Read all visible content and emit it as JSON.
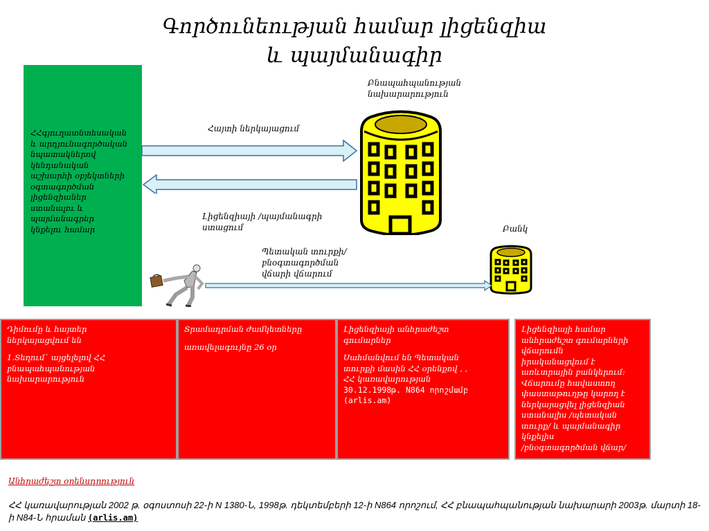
{
  "title": {
    "line1": "Գործունեության համար լիցենզիա",
    "line2": "և պայմանագիր"
  },
  "green_panel": {
    "lines": [
      "ՀՀգյուղատնտեսական",
      "և արդյունագործական",
      "նպատակներով",
      "կենդանական",
      "աշխարհի օբյեկտների",
      "օգտագործման",
      "լիցենզիաներ",
      "ստանալու և",
      "պայմանագրեր",
      "կնքելու համար"
    ]
  },
  "labels": {
    "ministry": [
      "Բնապահպանության",
      "նախարարություն"
    ],
    "application": "Հայտի ներկայացում",
    "license_receipt": [
      "Լիցենզիայի /պայմանագրի",
      "ստացում"
    ],
    "bank": "Բանկ",
    "fee_payment": [
      "Պետական տուրքի/",
      "բնօգտագործման",
      "վճարի վճարում"
    ]
  },
  "boxes": {
    "box1": {
      "p1": [
        "Դիմումը և հայտեր",
        "ներկայացվում են"
      ],
      "p2": [
        "1.Տեղում` այցելելով ՀՀ",
        "բնապահպանության",
        "նախարարություն"
      ]
    },
    "box2": {
      "p1": "Տրամադրման ժամկետները",
      "p2": "առավելագույնը 26 օր"
    },
    "box3": {
      "p1": [
        "Լիցենզիայի անհրաժեշտ",
        "գումարներ"
      ],
      "p2": [
        "Սահմանվում են Պետական",
        "տուրքի մասին ՀՀ օրենքով , ,",
        "ՀՀ կառավարության",
        "30.12.1998թ. N864 որոշմամբ",
        "(arlis.am)"
      ]
    },
    "box4": {
      "lines": [
        "Լիցենզիայի համար",
        "անհրաժեշտ գումարների",
        "վճարումն",
        "իրականացվում է",
        "առևտրային բանկերում:",
        "Վճարումը հավաստող",
        "փաստաթուղթը կարող է",
        "ներկայացվել լիցենզիան",
        "ստանալիս /պետական",
        "տուրք/ և պայմանագիր",
        "կնքելիս",
        "/բնօգտագործման վճար/"
      ]
    }
  },
  "requirements": {
    "title": "Անհրաժեշտ օրենսդրություն",
    "text": "ՀՀ կառավարության 2002 թ. օգոստոսի 22-ի N 1380-Ն, 1998թ. դեկտեմբերի 12-ի N864 որոշում, ՀՀ բնապահպանության նախարարի 2003թ. մարտի 18-ի N84-Ն հրաման",
    "link": "(arlis.am)"
  },
  "colors": {
    "green": "#00b050",
    "red": "#ff0000",
    "building_yellow": "#ffff00",
    "arrow_fill": "#d9f0f5"
  },
  "icons": {
    "ministry_building": "building-icon",
    "bank_building": "bank-building-icon",
    "person": "businessman-icon"
  }
}
